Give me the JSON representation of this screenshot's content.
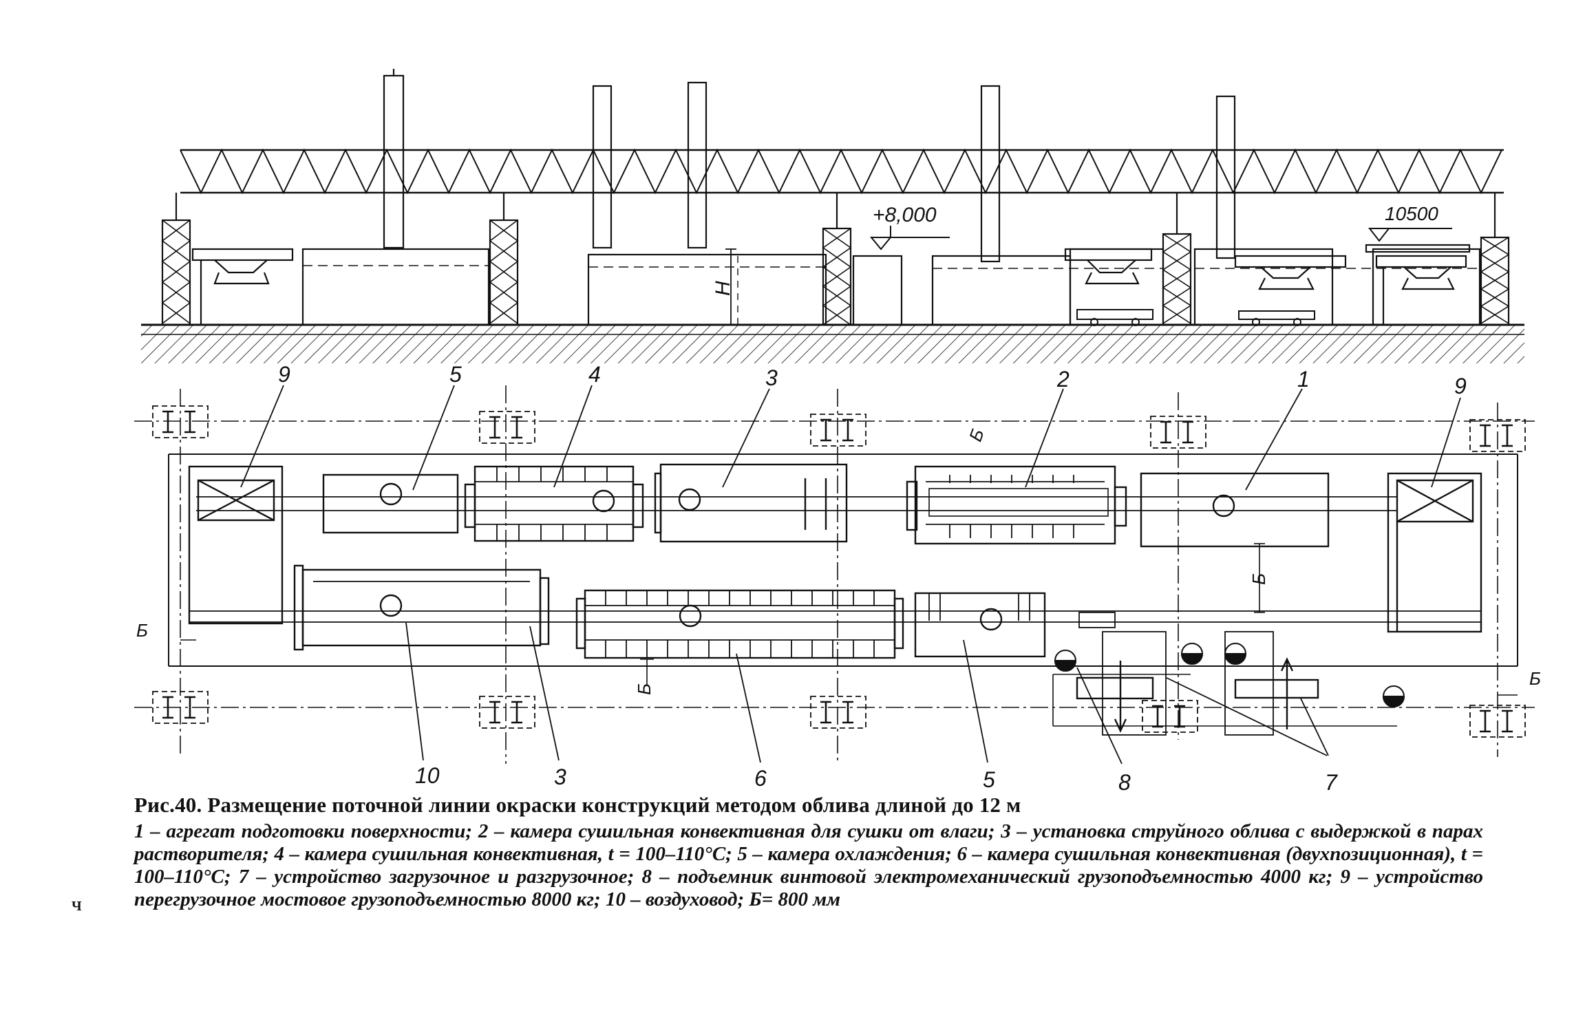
{
  "elevation_marks": {
    "left": "+8,000",
    "right": "10500",
    "height_symbol": "H"
  },
  "dimension_symbol": "Б",
  "callouts": {
    "top_row": [
      "9",
      "5",
      "4",
      "3",
      "2",
      "1",
      "9"
    ],
    "bottom_row": [
      "10",
      "3",
      "6",
      "5",
      "8",
      "7"
    ]
  },
  "caption": {
    "title": "Рис.40. Размещение поточной линии окраски конструкций методом облива длиной до 12 м",
    "legend": "1 – агрегат подготовки поверхности; 2 – камера сушильная конвективная для сушки от влаги; 3 – установка струйного облива с выдержкой в парах растворителя; 4 – камера сушильная конвективная, t = 100–110°C; 5 – камера охлаждения; 6 – камера сушильная конвективная (двухпозиционная), t = 100–110°C; 7 – устройство загрузочное и разгрузочное; 8 – подъемник винтовой электромеханический грузоподъемностью 4000 кг; 9 – устройство перегрузочное мостовое грузоподъемностью 8000 кг; 10 – воздуховод; Б= 800 мм"
  },
  "page_mark": "Ч"
}
